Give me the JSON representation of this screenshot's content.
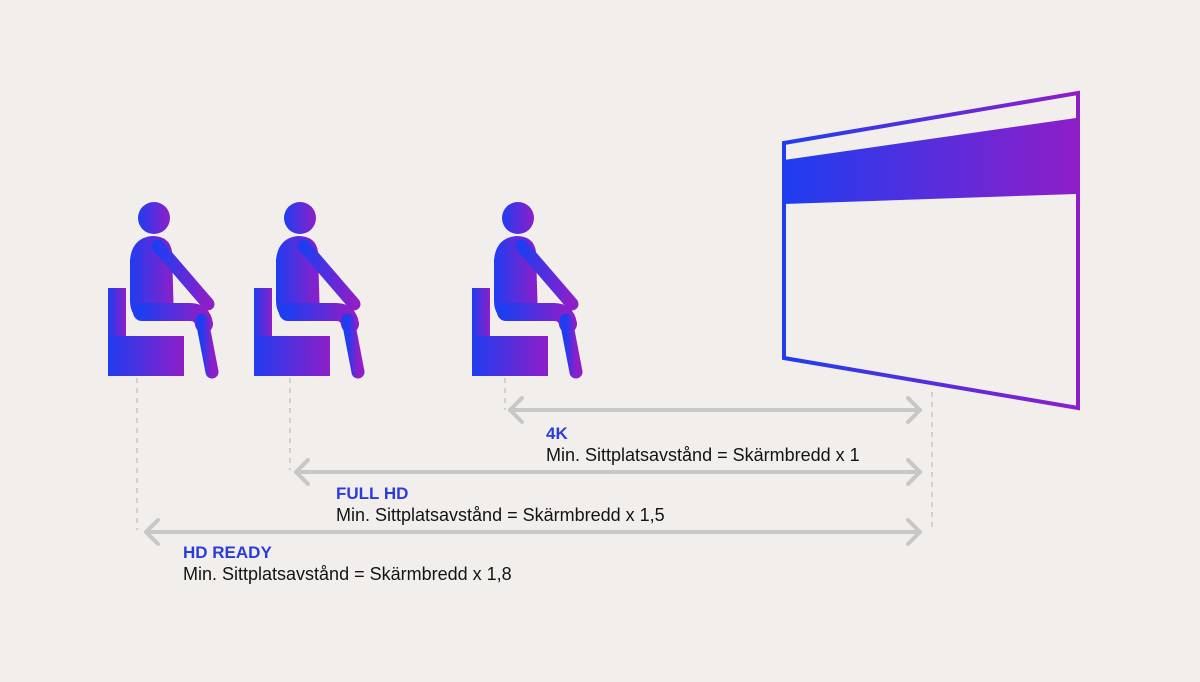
{
  "colors": {
    "background": "#f1eeec",
    "gradient_start": "#1f3df0",
    "gradient_end": "#8e1ec8",
    "arrow": "#c9c7c6",
    "dashed_line": "#c9c7c6",
    "title": "#2a3ddc",
    "formula": "#141414"
  },
  "icons": [
    "seated-person-icon",
    "seated-person-icon",
    "seated-person-icon",
    "screen-icon"
  ],
  "labels": {
    "k4": {
      "title": "4K",
      "formula": "Min. Sittplatsavstånd = Skärmbredd x 1"
    },
    "fullhd": {
      "title": "FULL HD",
      "formula": "Min. Sittplatsavstånd = Skärmbredd x 1,5"
    },
    "hdready": {
      "title": "HD READY",
      "formula": "Min. Sittplatsavstånd = Skärmbredd x 1,8"
    }
  }
}
